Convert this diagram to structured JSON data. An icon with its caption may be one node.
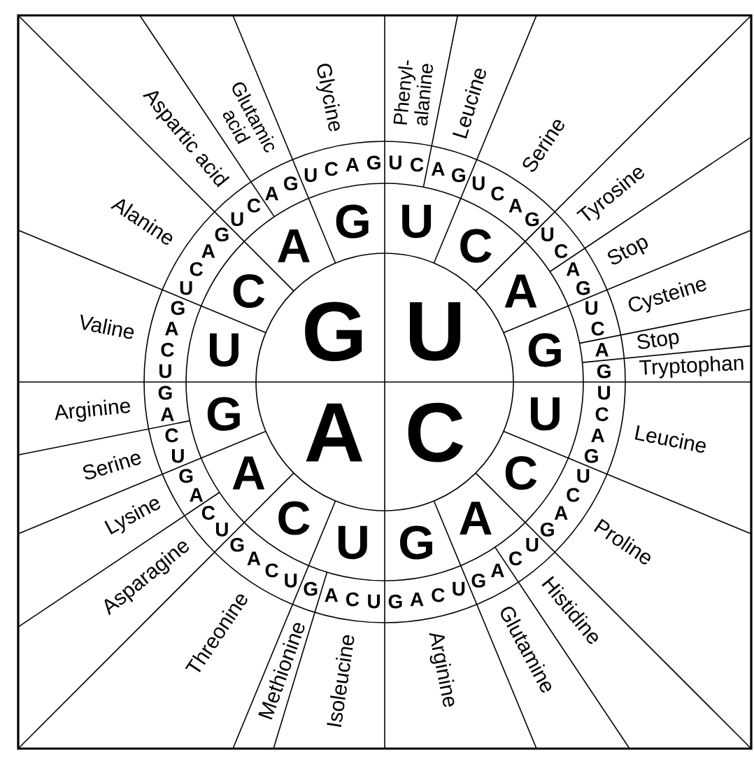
{
  "diagram": {
    "labels": [
      "G",
      "U",
      "A",
      "C",
      "U",
      "C",
      "A",
      "G",
      "U",
      "C",
      "A",
      "G",
      "U",
      "C",
      "A",
      "G",
      "U",
      "C",
      "A",
      "G",
      "U",
      "C",
      "A",
      "G",
      "U",
      "C",
      "A",
      "G",
      "U",
      "C",
      "A",
      "G",
      "U",
      "C",
      "A",
      "G",
      "U",
      "C",
      "A",
      "G",
      "U",
      "C",
      "A",
      "G",
      "U",
      "C",
      "A",
      "G",
      "U",
      "C",
      "A",
      "G",
      "U",
      "C",
      "A",
      "G",
      "U",
      "C",
      "A",
      "G",
      "U",
      "C",
      "A",
      "G",
      "U",
      "C",
      "A",
      "G",
      "U",
      "C",
      "A",
      "G",
      "U",
      "C",
      "A",
      "G",
      "U",
      "C",
      "A",
      "G",
      "U",
      "C",
      "A",
      "G",
      "Phenyl- alanine",
      "Leucine",
      "Serine",
      "Tyrosine",
      "Stop",
      "Cysteine",
      "Stop",
      "Tryptophan",
      "Leucine",
      "Proline",
      "Histidine",
      "Glutamine",
      "Arginine",
      "Isoleucine",
      "Methionine",
      "Threonine",
      "Asparagine",
      "Lysine",
      "Serine",
      "Arginine",
      "Valine",
      "Alanine",
      "Aspartic acid",
      "Glutamic acid",
      "Glycine"
    ]
  }
}
